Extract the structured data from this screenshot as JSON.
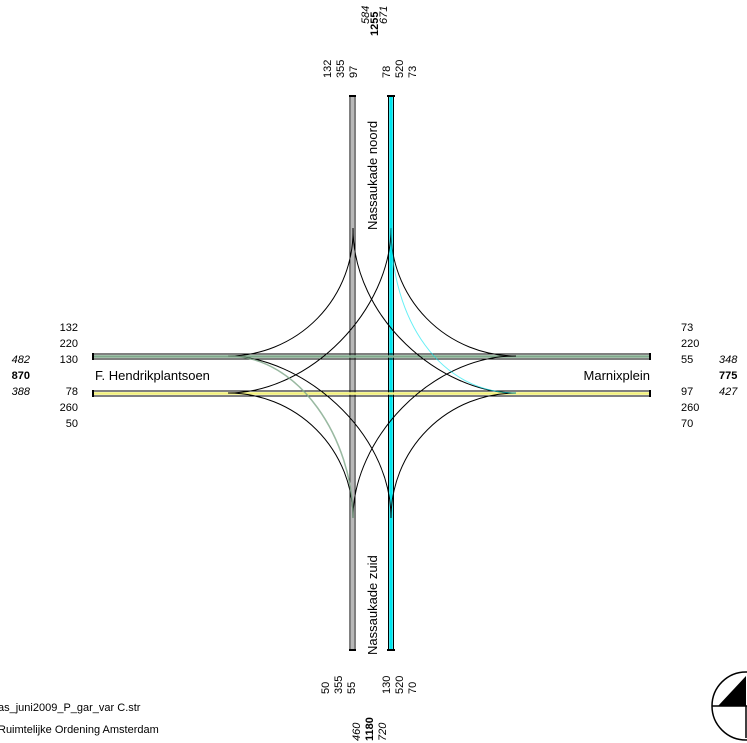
{
  "streets": {
    "north": "Nassaukade noord",
    "south": "Nassaukade zuid",
    "west": "F. Hendrikplantsoen",
    "east": "Marnixplein"
  },
  "north": {
    "in_total": "584",
    "total": "1255",
    "out_total": "671",
    "out_lanes": [
      "132",
      "355",
      "97"
    ],
    "in_lanes": [
      "78",
      "520",
      "73"
    ]
  },
  "south": {
    "in_total": "460",
    "total": "1180",
    "out_total": "720",
    "in_lanes": [
      "50",
      "355",
      "55"
    ],
    "out_lanes": [
      "130",
      "520",
      "70"
    ]
  },
  "west": {
    "in_total": "482",
    "total": "870",
    "out_total": "388",
    "in_lanes": [
      "132",
      "220",
      "130"
    ],
    "out_lanes": [
      "78",
      "260",
      "50"
    ]
  },
  "east": {
    "in_total": "348",
    "total": "775",
    "out_total": "427",
    "in_lanes": [
      "73",
      "220",
      "55"
    ],
    "out_lanes": [
      "97",
      "260",
      "70"
    ]
  },
  "footer": {
    "file": "as_juni2009_P_gar_var C.str",
    "org": "Ruimtelijke Ordening Amsterdam"
  },
  "colors": {
    "cyan_band": "#00e5ee",
    "grey_band": "#b8b8b8",
    "yellow_band": "#f2f07a",
    "green_band": "#7fa88a",
    "line": "#000000"
  }
}
